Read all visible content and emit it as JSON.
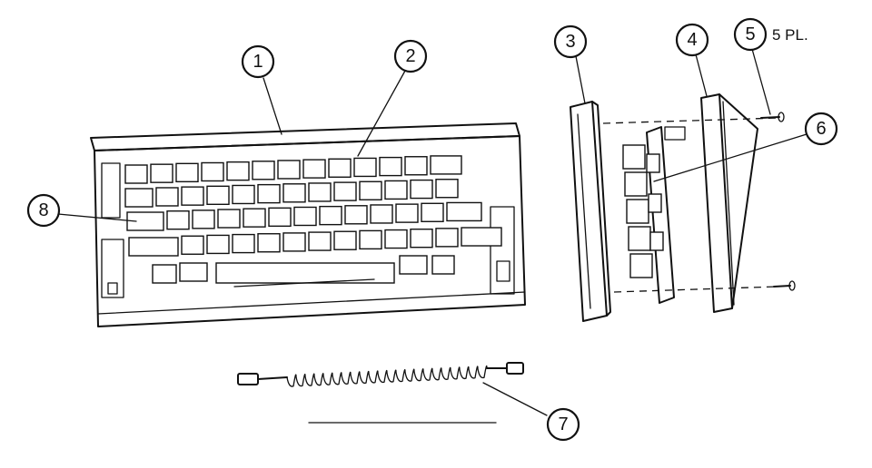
{
  "callouts": [
    {
      "number": "1"
    },
    {
      "number": "2"
    },
    {
      "number": "3"
    },
    {
      "number": "4"
    },
    {
      "number": "5"
    },
    {
      "number": "6"
    },
    {
      "number": "7"
    },
    {
      "number": "8"
    }
  ],
  "notes": {
    "screw_quantity": "5 PL."
  }
}
